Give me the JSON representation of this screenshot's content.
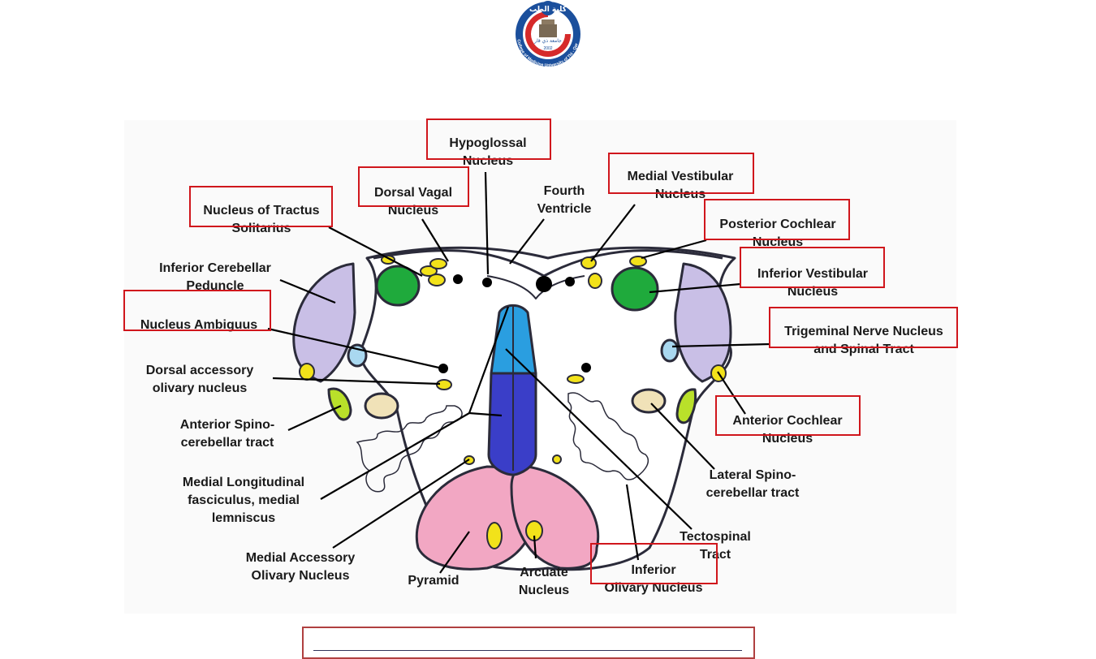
{
  "logo": {
    "text_top": "كلية الطب",
    "text_ring": "College of Medicine University of Thi - Qar",
    "text_center": "جامعة ذي قار",
    "year": "2002"
  },
  "labels": {
    "hypoglossal": [
      "Hypoglossal",
      "Nucleus"
    ],
    "dorsal_vagal": [
      "Dorsal Vagal",
      "Nucleus"
    ],
    "fourth_ventricle": [
      "Fourth",
      "Ventricle"
    ],
    "medial_vestibular": [
      "Medial Vestibular",
      "Nucleus"
    ],
    "tractus_solitarius": [
      "Nucleus of Tractus",
      "Solitarius"
    ],
    "posterior_cochlear": [
      "Posterior Cochlear",
      "Nucleus"
    ],
    "inferior_cerebellar": [
      "Inferior Cerebellar",
      "Peduncle"
    ],
    "inferior_vestibular": [
      "Inferior Vestibular",
      "Nucleus"
    ],
    "ambiguus": [
      "Nucleus Ambiguus"
    ],
    "trigeminal": [
      "Trigeminal Nerve Nucleus",
      "and Spinal Tract"
    ],
    "dorsal_accessory": [
      "Dorsal accessory",
      "olivary nucleus"
    ],
    "anterior_cochlear": [
      "Anterior Cochlear",
      "Nucleus"
    ],
    "anterior_spino": [
      "Anterior Spino-",
      "cerebellar tract"
    ],
    "lateral_spino": [
      "Lateral Spino-",
      "cerebellar tract"
    ],
    "mlf": [
      "Medial Longitudinal",
      "fasciculus, medial",
      "lemniscus"
    ],
    "tectospinal": [
      "Tectospinal",
      "Tract"
    ],
    "medial_accessory": [
      "Medial Accessory",
      "Olivary Nucleus"
    ],
    "pyramid": [
      "Pyramid"
    ],
    "arcuate": [
      "Arcuate",
      "Nucleus"
    ],
    "inferior_olivary": [
      "Inferior",
      "Olivary Nucleus"
    ]
  },
  "colors": {
    "highlight_box": "#d0161c",
    "green_nucleus": "#1faa3c",
    "yellow_nucleus": "#f2e21a",
    "lavender_peduncle": "#c9bfe6",
    "blue_lemniscus": "#3a3ec8",
    "light_blue_mlf": "#2a9ee0",
    "pink_pyramid": "#f2a7c3",
    "beige_spinocerebellar": "#f0e2b8",
    "lime_tract": "#b9e02a",
    "outline": "#2b2b3a"
  },
  "answer": {
    "value": ""
  }
}
